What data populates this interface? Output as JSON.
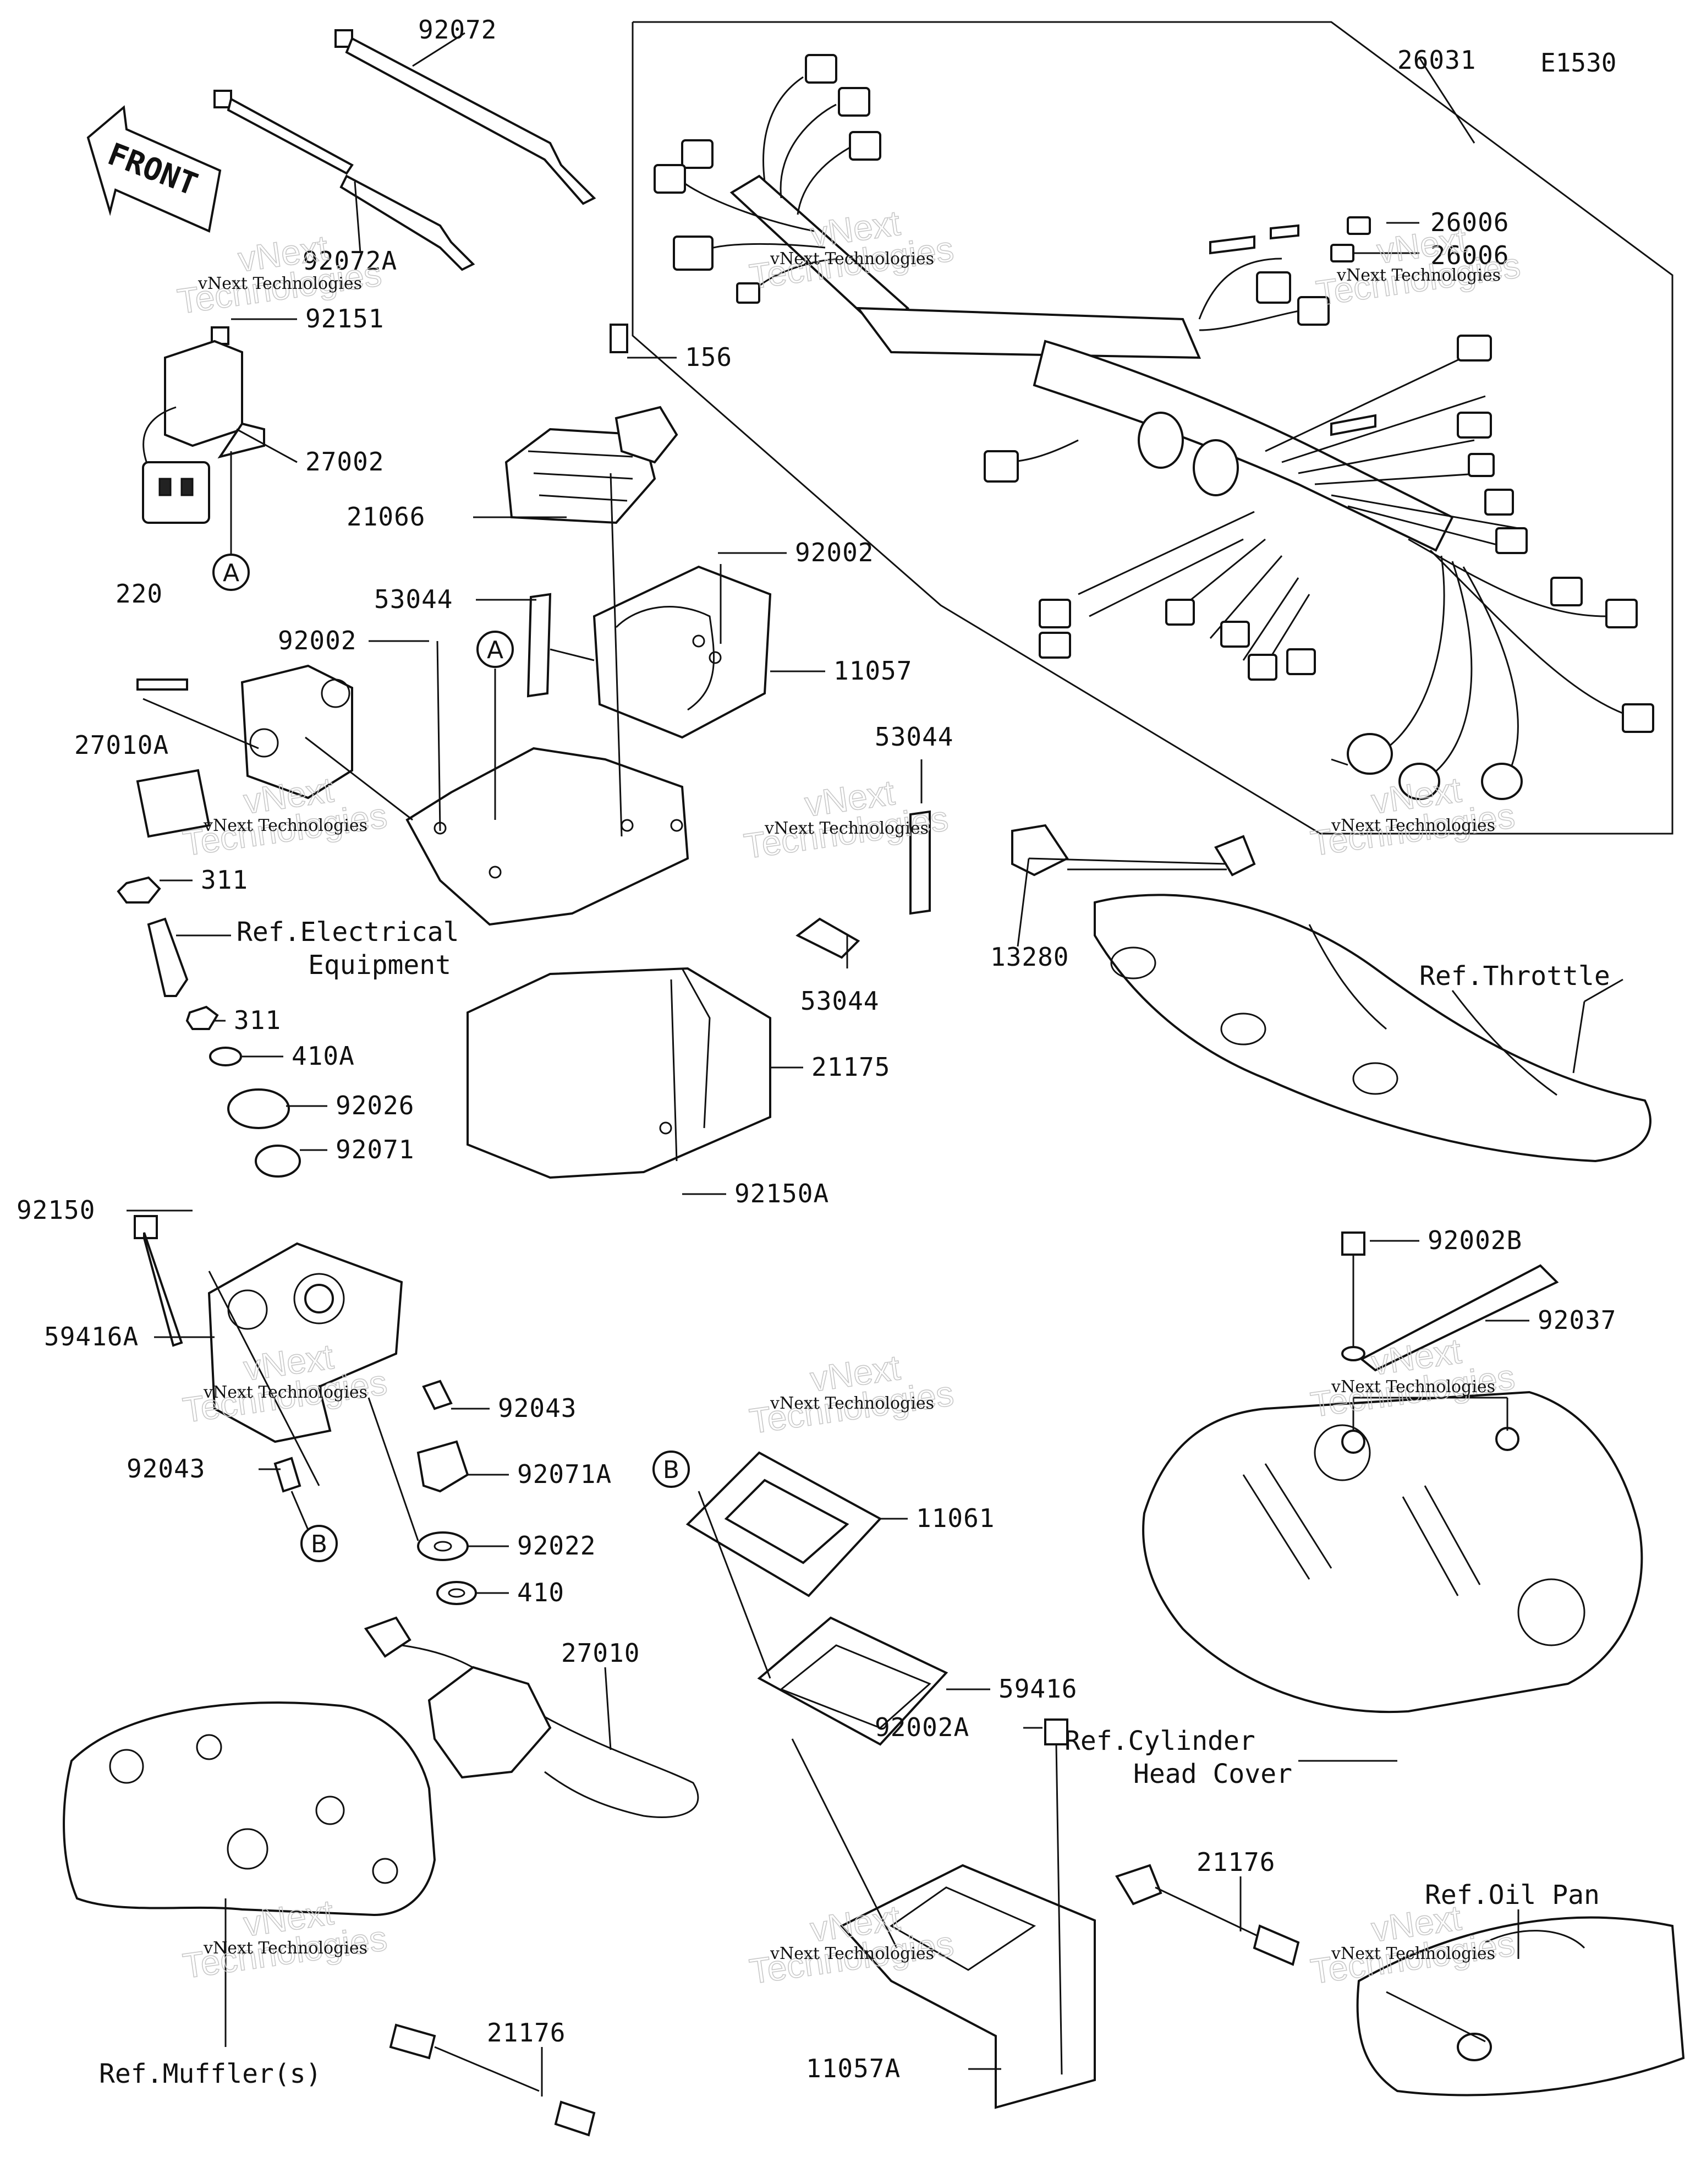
{
  "diagram_code": "E1530",
  "front_marker": "FRONT",
  "watermark": {
    "company": "vNext Technologies",
    "word": "Technologies",
    "prefix": "vNext"
  },
  "labels": {
    "p26031": "26031",
    "p26006a": "26006",
    "p26006b": "26006",
    "p92072": "92072",
    "p92072A": "92072A",
    "p92151": "92151",
    "p27002": "27002",
    "p156": "156",
    "p21066": "21066",
    "p92002a": "92002",
    "p92002b": "92002",
    "p53044a": "53044",
    "p53044b": "53044",
    "p53044c": "53044",
    "p220": "220",
    "p11057": "11057",
    "p27010A": "27010A",
    "p311a": "311",
    "p311b": "311",
    "p13280": "13280",
    "p410A": "410A",
    "p21175": "21175",
    "p92026": "92026",
    "p92071": "92071",
    "p92150": "92150",
    "p92150A": "92150A",
    "p92002B": "92002B",
    "p92037": "92037",
    "p59416A": "59416A",
    "p92043a": "92043",
    "p92043b": "92043",
    "p92071A": "92071A",
    "p11061": "11061",
    "p92022": "92022",
    "p410": "410",
    "p27010": "27010",
    "p59416": "59416",
    "p92002A": "92002A",
    "p21176a": "21176",
    "p21176b": "21176",
    "p11057A": "11057A"
  },
  "refs": {
    "electrical_1": "Ref.Electrical",
    "electrical_2": "Equipment",
    "throttle": "Ref.Throttle",
    "cyl_head_1": "Ref.Cylinder",
    "cyl_head_2": "Head Cover",
    "oil_pan": "Ref.Oil Pan",
    "muffler": "Ref.Muffler(s)"
  },
  "callouts": {
    "A1": "A",
    "A2": "A",
    "B1": "B",
    "B2": "B"
  }
}
